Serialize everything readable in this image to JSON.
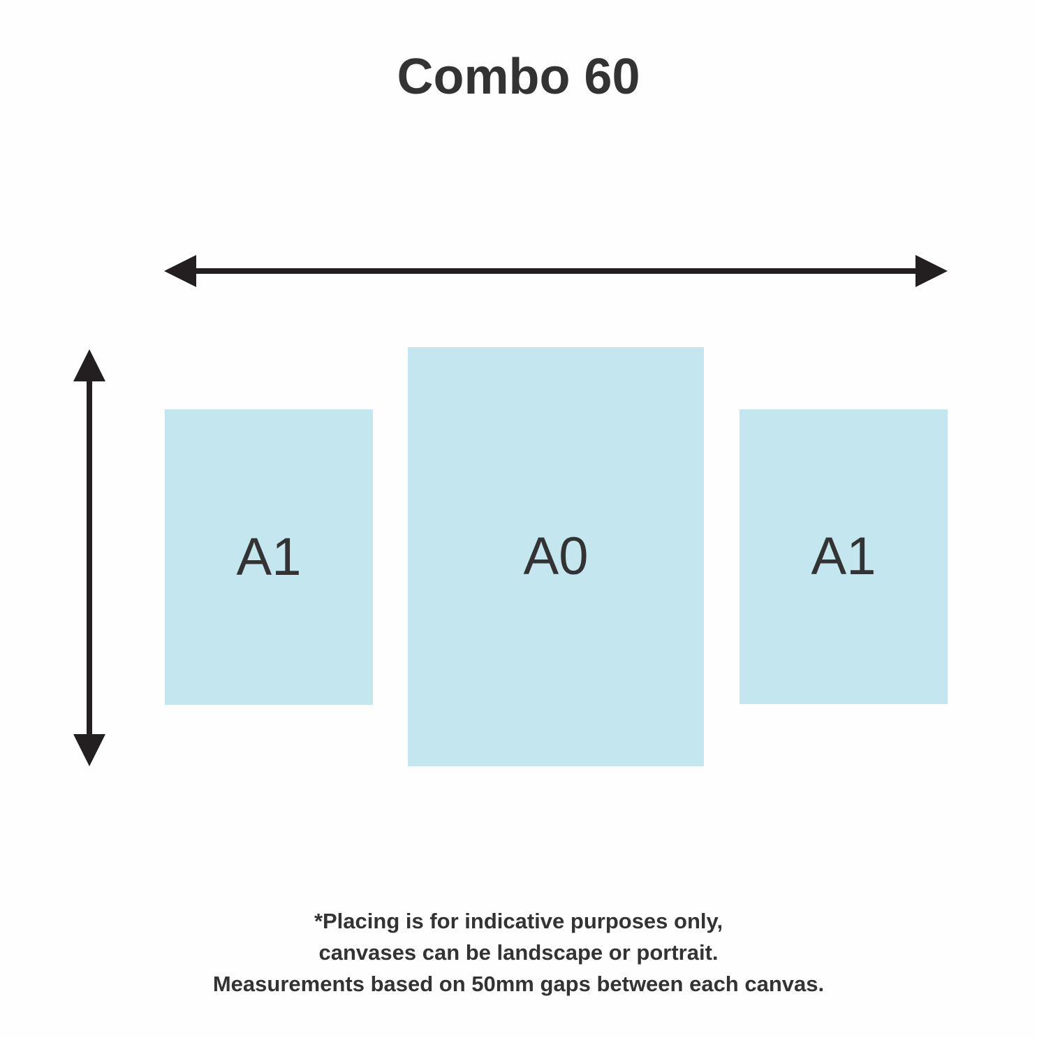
{
  "title": "Combo 60",
  "colors": {
    "canvas_fill": "#c4e7ef",
    "arrow": "#231f20",
    "text": "#333333",
    "background": "#fefefe"
  },
  "canvases": [
    {
      "label": "A1",
      "position": "left"
    },
    {
      "label": "A0",
      "position": "center"
    },
    {
      "label": "A1",
      "position": "right"
    }
  ],
  "dimension_arrows": [
    {
      "orientation": "horizontal",
      "label": ""
    },
    {
      "orientation": "vertical",
      "label": ""
    }
  ],
  "note": {
    "lines": [
      "*Placing is for indicative purposes only,",
      "canvases can be landscape or portrait.",
      "Measurements based on 50mm gaps between each canvas."
    ]
  }
}
